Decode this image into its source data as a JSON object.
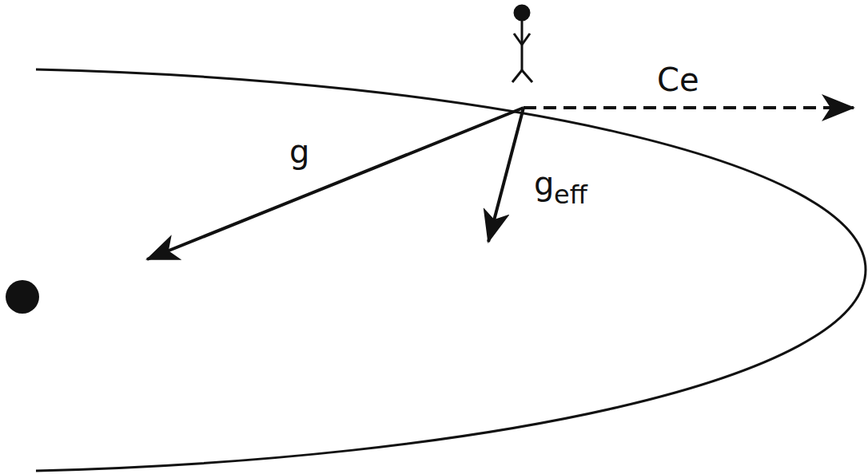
{
  "diagram": {
    "labels": [
      "g",
      "g",
      "eff",
      "Ce"
    ]
  }
}
